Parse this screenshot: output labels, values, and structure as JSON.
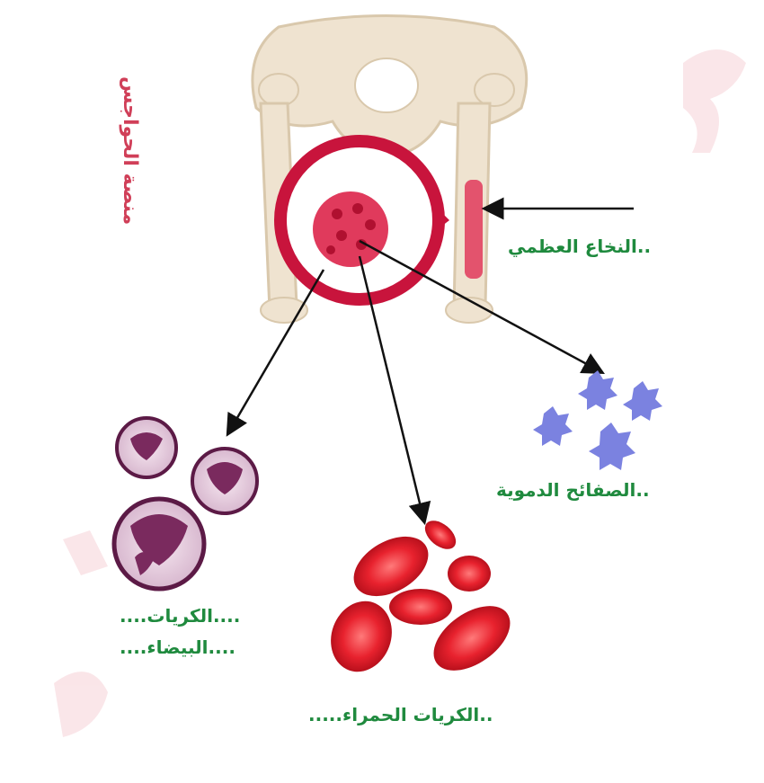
{
  "watermark": "منصة الحواجس",
  "labels": {
    "bone_marrow": "..النخاع العظمي",
    "platelets": "..الصفائح الدموية",
    "white_cells_line1": "....الكريات....",
    "white_cells_line2": "....البيضاء....",
    "red_cells": "..الكريات الحمراء....."
  },
  "colors": {
    "bone": "#efe3d0",
    "bone_shadow": "#d9c8ac",
    "marrow_ring": "#c8143c",
    "marrow_fill": "#e03a5c",
    "red_cell": "#e8222e",
    "red_cell_center": "#ff6b6b",
    "white_cell": "#7a2a5e",
    "platelet": "#7b82e0",
    "label_green": "#1f8a3e",
    "watermark_pink": "#f2c0c8"
  }
}
